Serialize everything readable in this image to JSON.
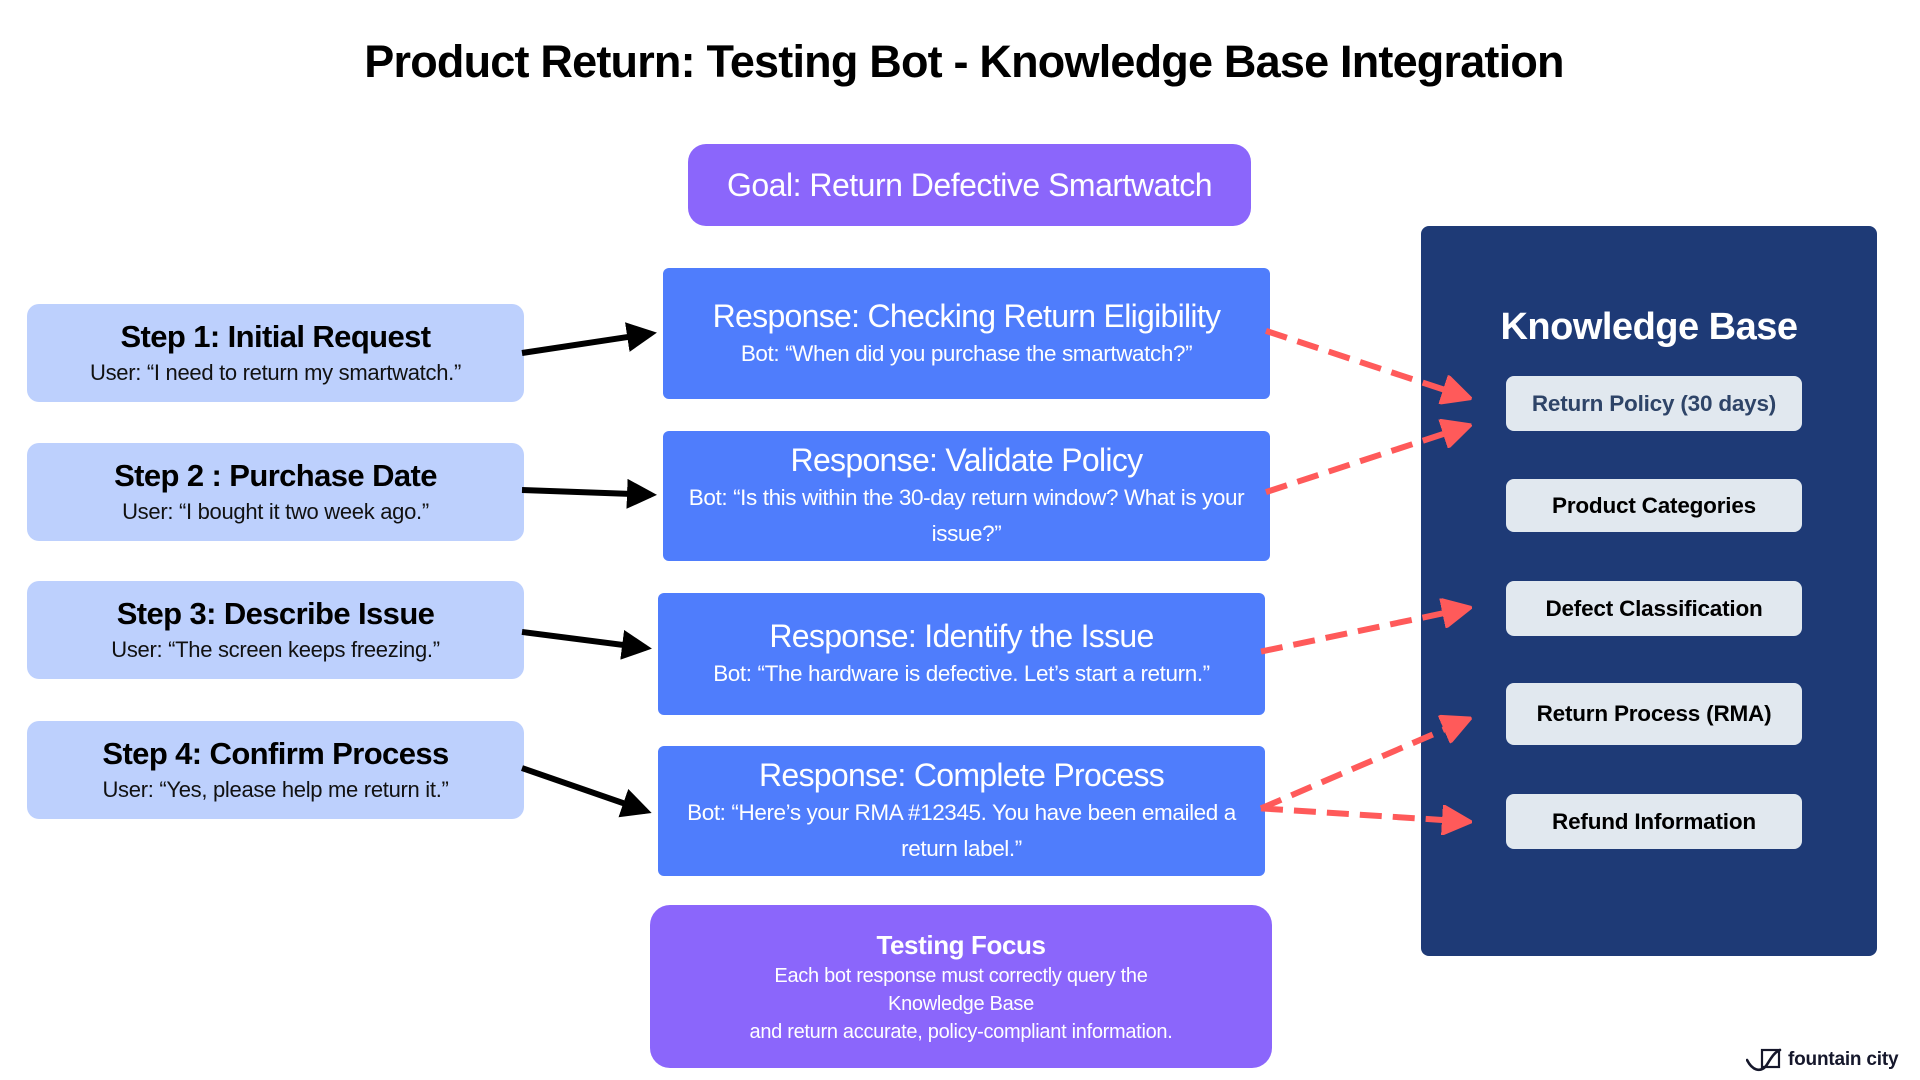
{
  "title": "Product Return: Testing Bot - Knowledge Base Integration",
  "goal": "Goal: Return Defective Smartwatch",
  "steps": [
    {
      "heading": "Step 1: Initial Request",
      "user_text": "User: “I need to return my smartwatch.”"
    },
    {
      "heading": "Step 2 : Purchase Date",
      "user_text": "User: “I bought it two week ago.”"
    },
    {
      "heading": "Step 3: Describe Issue",
      "user_text": "User: “The screen keeps freezing.”"
    },
    {
      "heading": "Step 4: Confirm Process",
      "user_text": "User: “Yes, please help me return it.”"
    }
  ],
  "responses": [
    {
      "heading": "Response: Checking Return Eligibility",
      "bot_text": "Bot: “When did you purchase the smartwatch?”"
    },
    {
      "heading": "Response: Validate Policy",
      "bot_text": "Bot: “Is this within the 30-day return window? What is your issue?”"
    },
    {
      "heading": "Response: Identify the Issue",
      "bot_text": "Bot: “The hardware is defective. Let’s start a return.”"
    },
    {
      "heading": "Response: Complete Process",
      "bot_text": "Bot: “Here’s your RMA #12345. You have been emailed a return label.”"
    }
  ],
  "testing_focus": {
    "heading": "Testing Focus",
    "line1": "Each bot response must correctly query the",
    "line2": "Knowledge Base",
    "line3": "and return accurate, policy-compliant information."
  },
  "knowledge_base": {
    "title": "Knowledge Base",
    "items": [
      "Return Policy (30 days)",
      "Product Categories",
      "Defect Classification",
      "Return Process (RMA)",
      "Refund Information"
    ]
  },
  "connections": {
    "user_to_response": [
      [
        0,
        0
      ],
      [
        1,
        1
      ],
      [
        2,
        2
      ],
      [
        3,
        3
      ]
    ],
    "response_to_kb": [
      [
        0,
        0
      ],
      [
        1,
        0
      ],
      [
        2,
        2
      ],
      [
        3,
        3
      ],
      [
        3,
        4
      ]
    ]
  },
  "colors": {
    "step_bg": "#BDD0FD",
    "response_bg": "#4F7DFC",
    "goal_bg": "#8B66FB",
    "kb_bg": "#1E3A76",
    "kb_item_bg": "#E1E8EF",
    "query_arrow": "#FF5A5A",
    "flow_arrow": "#000000"
  },
  "logo": {
    "text": "fountain city"
  }
}
